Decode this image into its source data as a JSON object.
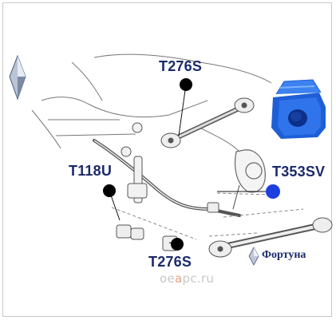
{
  "parts": {
    "top_right_arm": "T276S",
    "stabilizer_link": "T118U",
    "stabilizer_bushing": "T353SV",
    "bottom_arm": "T276S"
  },
  "brand": {
    "name": "Фортуна",
    "logo_icon": "diamond-logo-icon"
  },
  "watermark": {
    "prefix": "oe",
    "accent": "a",
    "suffix": "pc",
    "tld": ".ru"
  },
  "colors": {
    "label": "#1b2a6b",
    "bushing": "#1f5fd6",
    "marker_black": "#000000",
    "marker_blue": "#1e3fe0"
  }
}
